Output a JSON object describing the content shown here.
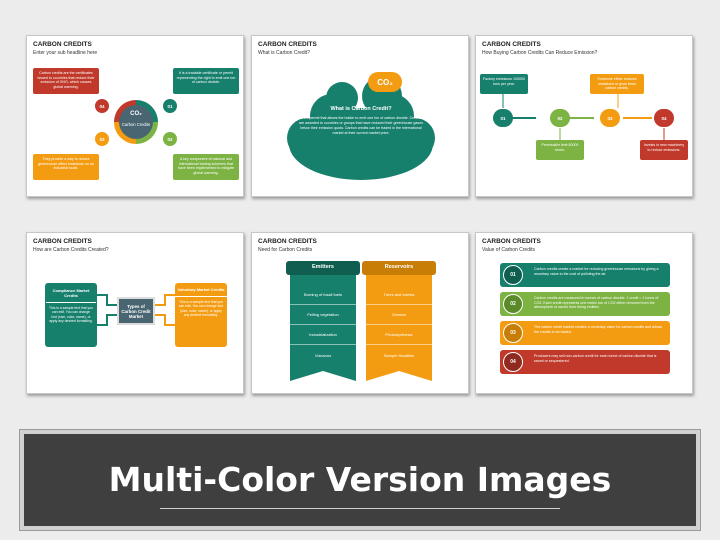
{
  "colors": {
    "red": "#c0392b",
    "teal": "#17806d",
    "green": "#7cb342",
    "orange": "#f39c12",
    "slate": "#4a6572",
    "banner": "#3f3f3f"
  },
  "slides": {
    "s1": {
      "title": "CARBON CREDITS",
      "subtitle": "Enter your sub headline here",
      "hub_co2": "CO₂",
      "hub_label": "Carbon Credits",
      "items": [
        {
          "num": "01",
          "text": "It is a tradable certificate or permit representing the right to emit one ton of carbon dioxide."
        },
        {
          "num": "02",
          "text": "A key component of national and international trading schemes that have been implemented to mitigate global warming."
        },
        {
          "num": "03",
          "text": "They provide a way to reduce greenhouse effect emissions on an industrial scale."
        },
        {
          "num": "04",
          "text": "Carbon credits are the certificates issued to countries that reduce their emission of GHG, which causes global warming."
        }
      ]
    },
    "s2": {
      "title": "CARBON CREDITS",
      "subtitle": "What is Carbon Credit?",
      "co2": "CO₂",
      "heading": "What is Carbon Credit?",
      "body": "It's a permit that allows the holder to emit one ton of carbon dioxide. Credits are awarded to countries or groups that have reduced their greenhouse gases below their emission quota. Carbon credits can be traded in the international market at their current market price."
    },
    "s3": {
      "title": "CARBON CREDITS",
      "subtitle": "How Buying Carbon Credits Can Reduce Emission?",
      "steps": [
        {
          "num": "01",
          "text": "Factory emissions 100000 tons per year."
        },
        {
          "num": "02",
          "text": "Permissible limit 80000 tones."
        },
        {
          "num": "03",
          "text": "Someone either reduces emissions or grow trees carbon credits."
        },
        {
          "num": "04",
          "text": "Invests in new machinery to reduce emissions."
        }
      ]
    },
    "s4": {
      "title": "CARBON CREDITS",
      "subtitle": "How are Carbon Credits Created?",
      "left_title": "Compliance Market Credits",
      "left_body": "This is a sample text that you can edit. You can change font (size, color, name), or apply any desired formatting.",
      "center": "Types of Carbon Credit Market",
      "right_title": "Voluntary Market Credits",
      "right_body": "This is a sample text that you can edit. You can change font (size, color, name), or apply any desired formatting."
    },
    "s5": {
      "title": "CARBON CREDITS",
      "subtitle": "Need for Carbon Credits",
      "left_header": "Emitters",
      "left_items": [
        "Burning of fossil fuels",
        "Felling vegetation",
        "Industrialization",
        "Volcanos"
      ],
      "right_header": "Reservoirs",
      "right_items": [
        "Trees and forests",
        "Oceans",
        "Photosynthesis",
        "Sample Headline"
      ]
    },
    "s6": {
      "title": "CARBON CREDITS",
      "subtitle": "Value of Carbon Credits",
      "rows": [
        {
          "num": "01",
          "text": "Carbon credits create a market for reducing greenhouse emissions by giving a monetary value to the cost of polluting the air."
        },
        {
          "num": "02",
          "text": "Carbon credits are measured in tonnes of carbon dioxide. 1 credit = 1 tonne of CO2. Each credit represents one metric ton of CO2 either removed from the atmosphere or saved from being emitted."
        },
        {
          "num": "03",
          "text": "The carbon credit market creates a monetary value for carbon credits and allows the credits to be traded."
        },
        {
          "num": "04",
          "text": "Producers may sell non-carbon credit for each tonne of carbon dioxide that is saved or sequestered."
        }
      ]
    }
  },
  "banner": {
    "title": "Multi-Color Version Images"
  }
}
